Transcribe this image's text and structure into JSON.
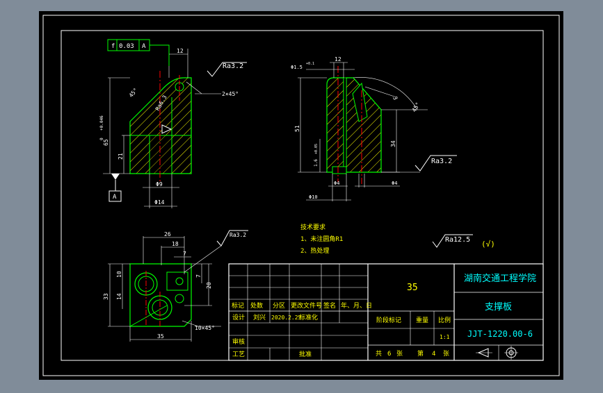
{
  "colors": {
    "background": "#808c99",
    "paper": "#000000",
    "border": "#ffffff",
    "part": "#00ff00",
    "dimension": "#ffffff",
    "center_line": "#ff0000",
    "hatch": "#ffff00",
    "title_text": "#00ffff",
    "yellow_text": "#ffff00"
  },
  "tolerance_frame": {
    "symbol": "f",
    "value": "0.03",
    "datum": "A"
  },
  "datum_label": "A",
  "front_view": {
    "dims": {
      "top": "12",
      "angle": "45°",
      "chamfer": "2×45°",
      "height": "65",
      "height_tol": "+0.046",
      "height_tol_lower": "0",
      "left_lower": "21",
      "bottom_inner": "Φ9",
      "bottom_outer": "Φ14",
      "roughness_internal": "Ra6.3"
    },
    "roughness": "Ra3.2"
  },
  "side_view": {
    "dims": {
      "top_width": "12",
      "hole": "Φ1.5",
      "hole_tol": "+0.1",
      "height": "51",
      "small_height": "1.6",
      "small_tol": "+0.05",
      "angle": "45°",
      "inner": "34",
      "slot": "3",
      "bottom_left": "Φ4",
      "bottom_right": "Φ4",
      "bottom": "Φ10"
    },
    "roughness": "Ra3.2"
  },
  "top_view": {
    "dims": {
      "w_total": "26",
      "w_18": "18",
      "w_7": "7",
      "h_33": "33",
      "h_10": "10",
      "h_14": "14",
      "h_7": "7",
      "h_20": "20",
      "bottom": "35",
      "chamfer": "10×45°"
    },
    "roughness": "Ra3.2"
  },
  "tech_requirements": {
    "title": "技术要求",
    "items": [
      "1、未注圆角R1",
      "2、热处理"
    ]
  },
  "general_roughness": {
    "value": "Ra12.5",
    "mark": "(√)"
  },
  "title_block": {
    "material": "35",
    "school": "湖南交通工程学院",
    "part_name": "支撑板",
    "drawing_no": "JJT-1220.00-6",
    "headers": [
      "标记",
      "处数",
      "分区",
      "更改文件号",
      "签名",
      "年、月、日"
    ],
    "design_label": "设计",
    "designer": "刘兴",
    "design_date": "2020.2.25",
    "standardize": "标准化",
    "stage_label": "阶段标记",
    "weight_label": "重量",
    "scale_label": "比例",
    "scale": "1:1",
    "review": "审核",
    "process": "工艺",
    "approve": "批准",
    "sheets_total_prefix": "共",
    "sheets_total": "6",
    "sheets_total_suffix": "张",
    "sheet_no_prefix": "第",
    "sheet_no": "4",
    "sheet_no_suffix": "张"
  }
}
